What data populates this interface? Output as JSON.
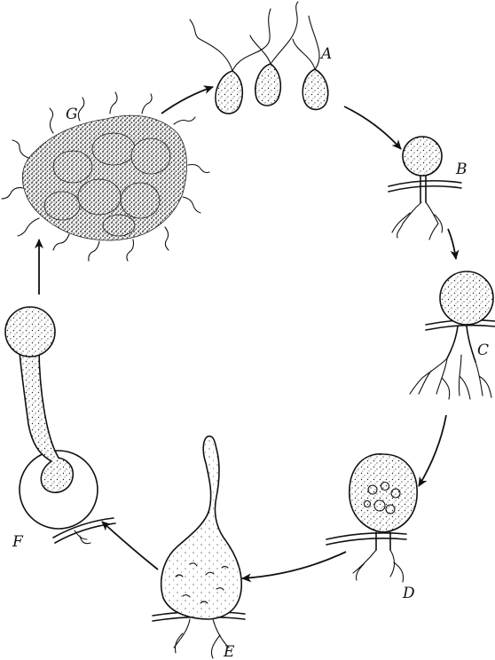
{
  "stages": [
    {
      "id": "A",
      "label": "A"
    },
    {
      "id": "B",
      "label": "B"
    },
    {
      "id": "C",
      "label": "C"
    },
    {
      "id": "D",
      "label": "D"
    },
    {
      "id": "E",
      "label": "E"
    },
    {
      "id": "F",
      "label": "F"
    },
    {
      "id": "G",
      "label": "G"
    }
  ]
}
